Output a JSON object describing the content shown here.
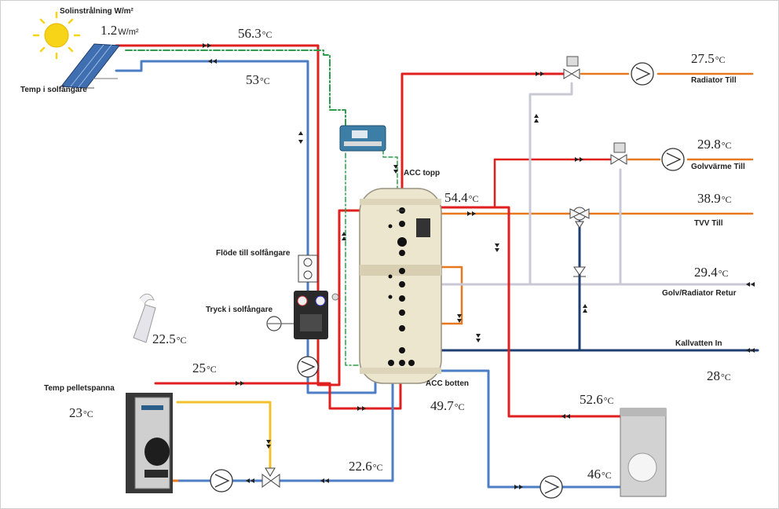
{
  "labels": {
    "solar_irradiance": "Solinstrålning  W/m²",
    "collector_temp": "Temp i solfångare",
    "flow_to_collector": "Flöde till solfångare",
    "pressure_in_collector": "Tryck i solfångare",
    "pellet_boiler_temp": "Temp pelletspanna",
    "acc_top": "ACC topp",
    "acc_bottom": "ACC botten",
    "radiator_supply": "Radiator Till",
    "floor_heating_supply": "Golvvärme Till",
    "dhw_supply": "TVV Till",
    "floor_radiator_return": "Golv/Radiator Retur",
    "cold_water_in": "Kallvatten In"
  },
  "irradiance": {
    "value": "1.2",
    "unit": "W/m²"
  },
  "temp_unit": "°C",
  "temperatures": {
    "collector_supply": "56.3",
    "collector_return": "53",
    "radiator_supply": "27.5",
    "floor_heating_supply": "29.8",
    "acc_top": "54.4",
    "dhw_supply": "38.9",
    "floor_radiator_return": "29.4",
    "cold_water_in": "28",
    "pellet_flue": "22.5",
    "pellet_supply": "25",
    "pellet_boiler": "23",
    "acc_bottom": "49.7",
    "pellet_return": "22.6",
    "heat_pump_supply": "52.6",
    "heat_pump_return": "46"
  },
  "colors": {
    "hot_line": "#e0201e",
    "cold_line": "#4d7dc4",
    "warm_line": "#e8781e",
    "return_line": "#c9c9d6",
    "cold_water_line": "#1f3f73",
    "glycol_line": "#2e9d4a",
    "boiler_loop_line": "#f2c12e"
  }
}
